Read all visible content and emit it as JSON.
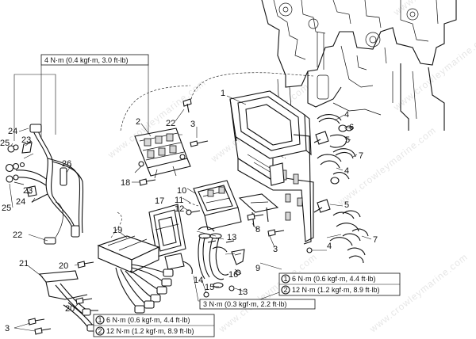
{
  "watermark": "www.crowleymarine.com",
  "callouts": [
    "1",
    "2",
    "3",
    "4",
    "5",
    "6",
    "7",
    "8",
    "9",
    "10",
    "11",
    "12",
    "13",
    "14",
    "15",
    "16",
    "17",
    "18",
    "19",
    "20",
    "21",
    "22",
    "23",
    "24",
    "25",
    "26"
  ],
  "torque_specs": {
    "top_left": "4 N·m (0.4 kgf·m, 3.0 ft·lb)",
    "mid_bottom": "3 N·m (0.3 kgf·m, 2.2 ft·lb)",
    "right_box": [
      {
        "num": "1",
        "text": "6 N·m (0.6 kgf·m, 4.4 ft·lb)"
      },
      {
        "num": "2",
        "text": "12 N·m (1.2 kgf·m, 8.9 ft·lb)"
      }
    ],
    "bottom_box": [
      {
        "num": "1",
        "text": "6 N·m (0.6 kgf·m, 4.4 ft·lb)"
      },
      {
        "num": "2",
        "text": "12 N·m (1.2 kgf·m, 8.9 ft·lb)"
      }
    ]
  }
}
